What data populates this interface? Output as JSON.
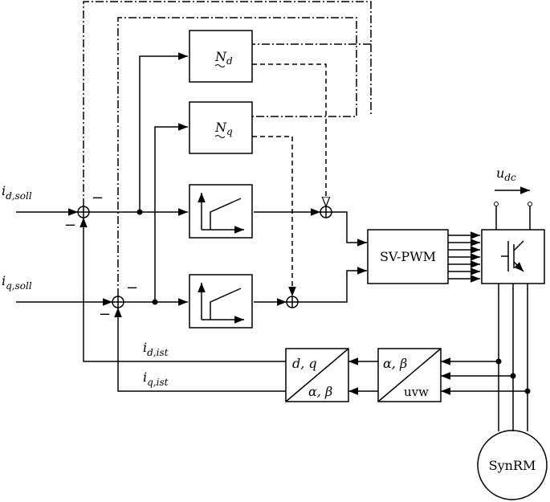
{
  "diagram": {
    "inputs": {
      "id_soll": {
        "sym": "i",
        "sub": "d,soll"
      },
      "iq_soll": {
        "sym": "i",
        "sub": "q,soll"
      }
    },
    "feedback": {
      "id_ist": {
        "sym": "i",
        "sub": "d,ist"
      },
      "iq_ist": {
        "sym": "i",
        "sub": "q,ist"
      }
    },
    "decoupling": {
      "nd": {
        "sym": "N",
        "sub": "d"
      },
      "nq": {
        "sym": "N",
        "sub": "q"
      }
    },
    "blocks": {
      "svpwm": "SV-PWM",
      "motor": "SynRM",
      "dq_top": "d, q",
      "dq_bottom": "α, β",
      "ab_top": "α, β",
      "ab_bottom": "uvw"
    },
    "dc_voltage": {
      "sym": "u",
      "sub": "dc"
    },
    "signs": {
      "minus": "−"
    }
  }
}
